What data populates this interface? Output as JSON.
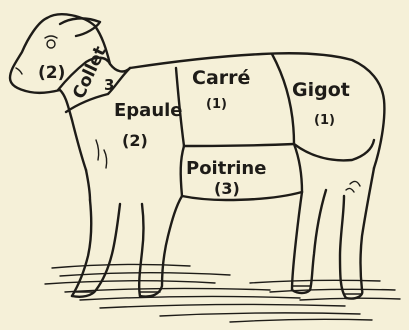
{
  "cuts": [
    {
      "id": "collet",
      "name": "Collet",
      "grade": "3"
    },
    {
      "id": "head",
      "name": "",
      "grade": "(2)"
    },
    {
      "id": "epaule",
      "name": "Epaule",
      "grade": "(2)"
    },
    {
      "id": "carre",
      "name": "Carré",
      "grade": "(1)"
    },
    {
      "id": "gigot",
      "name": "Gigot",
      "grade": "(1)"
    },
    {
      "id": "poitrine",
      "name": "Poitrine",
      "grade": "(3)"
    }
  ],
  "colors": {
    "paper": "#f5f0d8",
    "ink": "#1e1c18"
  }
}
